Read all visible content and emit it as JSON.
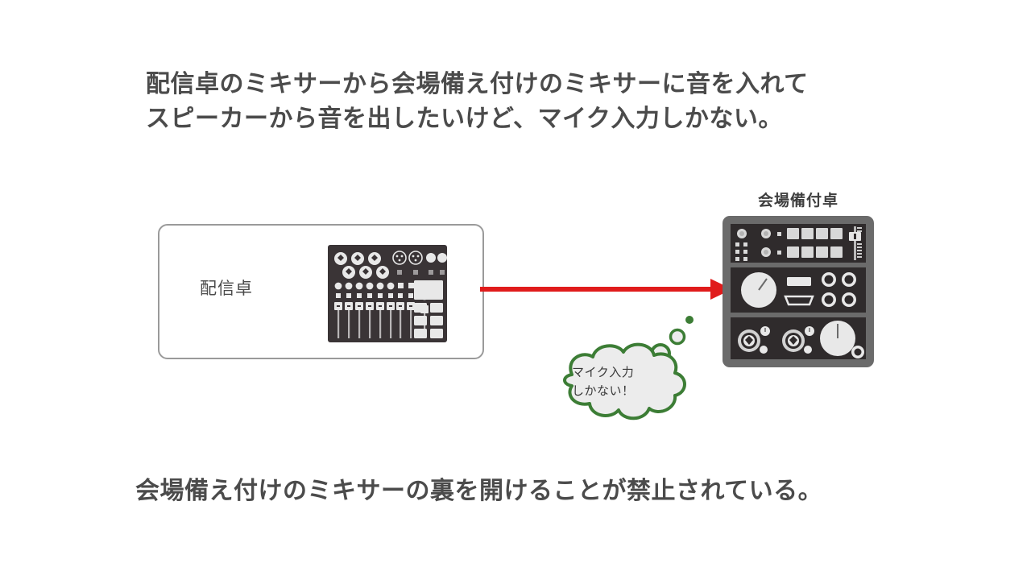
{
  "headline": {
    "text": "配信卓のミキサーから会場備え付けのミキサーに音を入れて\nスピーカーから音を出したいけど、マイク入力しかない。"
  },
  "footer": {
    "text": "会場備え付けのミキサーの裏を開けることが禁止されている。"
  },
  "diagram": {
    "streaming_desk": {
      "label": "配信卓",
      "box_border_color": "#9a9a9a",
      "mixer_body_color": "#3a3436",
      "mixer_control_color": "#e8e8e8"
    },
    "venue_desk": {
      "label": "会場備付卓",
      "chassis_color": "#6b6b6b",
      "panel_color": "#2f2b2c",
      "control_color": "#eaeaea"
    },
    "arrow": {
      "name": "signal-arrow",
      "color": "#e01b1b",
      "direction": "right"
    },
    "speech_bubble": {
      "text": "マイク入力\nしかない！",
      "outline_color": "#3c7d35",
      "fill_color": "#ececec",
      "bubble_dots": 3
    }
  }
}
